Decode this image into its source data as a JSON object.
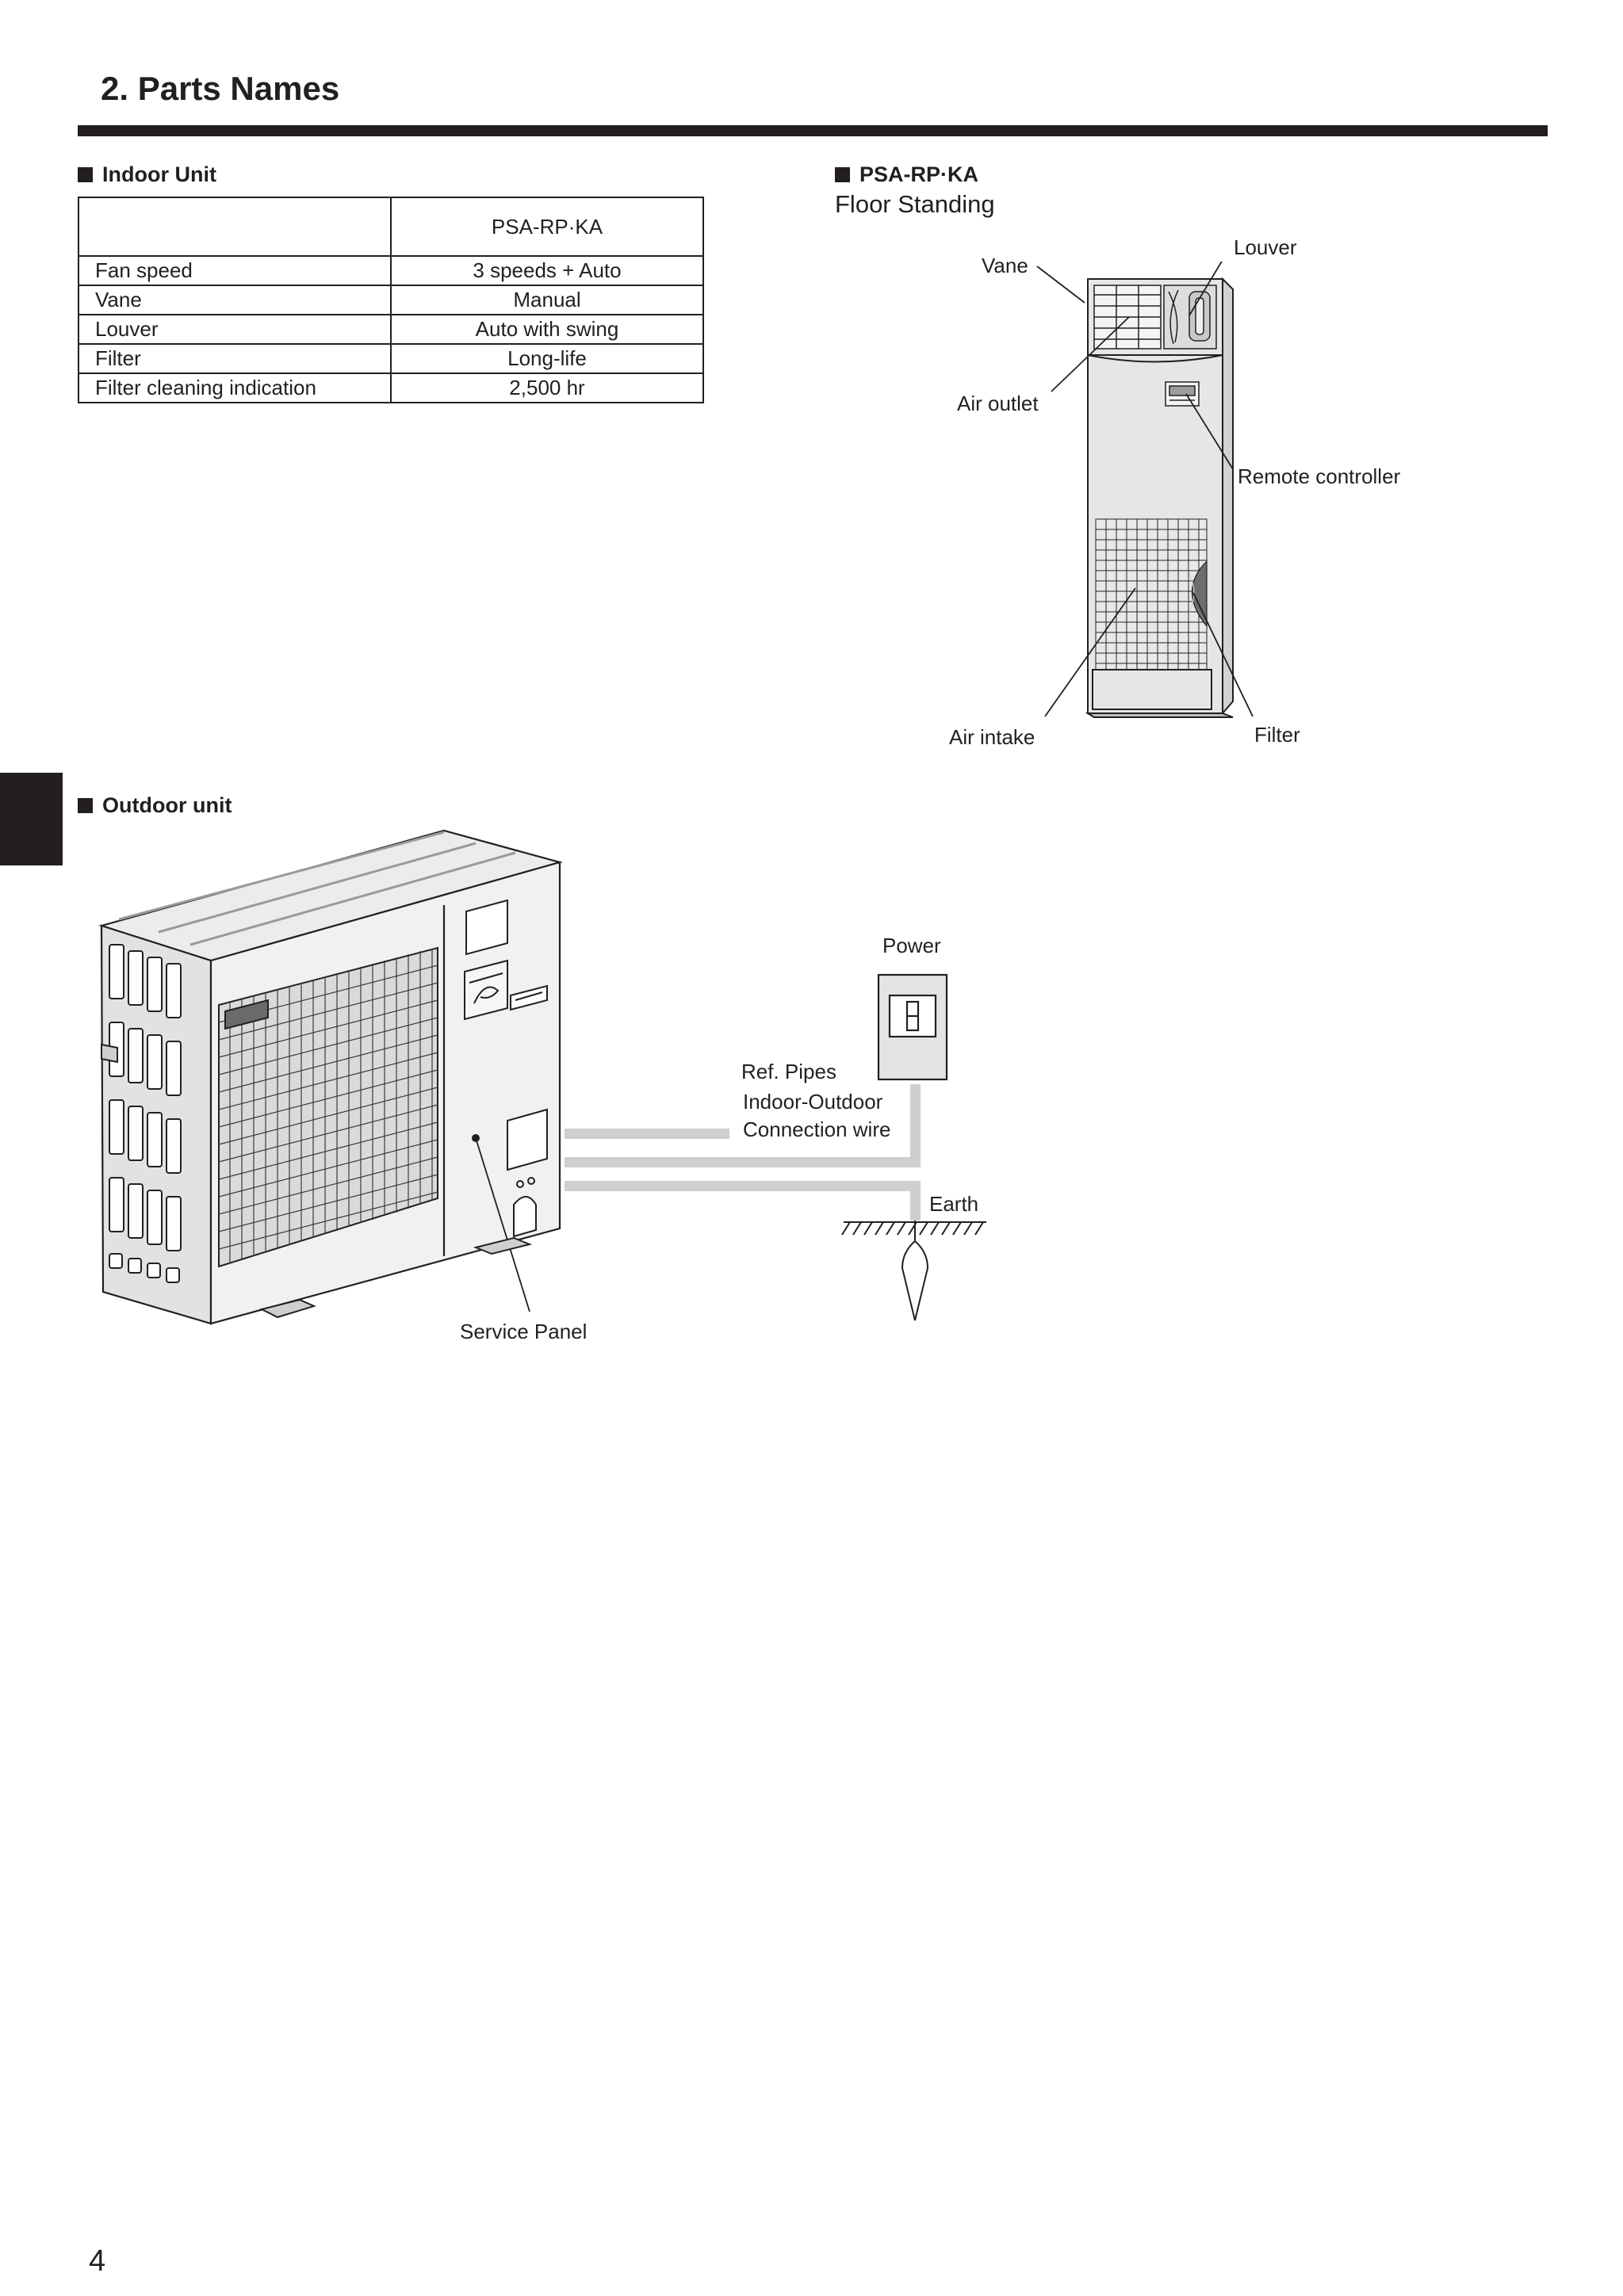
{
  "header": {
    "title": "2. Parts Names"
  },
  "indoor": {
    "heading": "Indoor Unit",
    "table": {
      "model_header": "PSA-RP·KA",
      "rows": [
        {
          "label": "Fan speed",
          "value": "3 speeds + Auto"
        },
        {
          "label": "Vane",
          "value": "Manual"
        },
        {
          "label": "Louver",
          "value": "Auto with swing"
        },
        {
          "label": "Filter",
          "value": "Long-life"
        },
        {
          "label": "Filter cleaning indication",
          "value": "2,500 hr"
        }
      ]
    }
  },
  "model": {
    "heading": "PSA-RP·KA",
    "subtitle": "Floor Standing",
    "labels": {
      "vane": "Vane",
      "louver": "Louver",
      "air_outlet": "Air outlet",
      "remote_controller": "Remote controller",
      "air_intake": "Air intake",
      "filter": "Filter"
    }
  },
  "outdoor": {
    "heading": "Outdoor unit",
    "labels": {
      "power": "Power",
      "ref_pipes": "Ref. Pipes",
      "indoor_outdoor": "Indoor-Outdoor",
      "connection_wire": "Connection wire",
      "earth": "Earth",
      "service_panel": "Service Panel"
    }
  },
  "footer": {
    "page_number": "4"
  }
}
